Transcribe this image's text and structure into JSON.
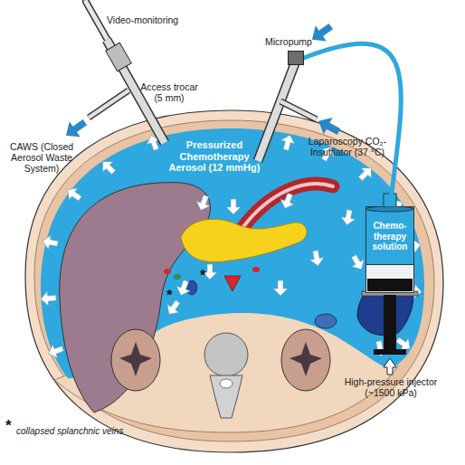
{
  "diagram": {
    "nodes": [
      {
        "text": [
          "Micropump"
        ]
      },
      {
        "text": [
          "Pressurized Chemotherapy Aerosol (12 mmHg)"
        ]
      },
      {
        "text": [
          "Chemo-therapy solution"
        ]
      }
    ],
    "edges": [
      {
        "from": 2,
        "to": 0,
        "arrow": "none"
      }
    ],
    "labels": [
      "Video-monitoring",
      "Access trocar (5 mm)",
      "CAWS (Closed Aerosol Waste System)",
      "Laparoscopy CO₂-Insufflator (37 °C)",
      "High-pressure injector (~1500 kPa)",
      "*",
      "*",
      "*"
    ],
    "legend": [
      {
        "text": "collapsed splanchnic veins"
      }
    ]
  }
}
